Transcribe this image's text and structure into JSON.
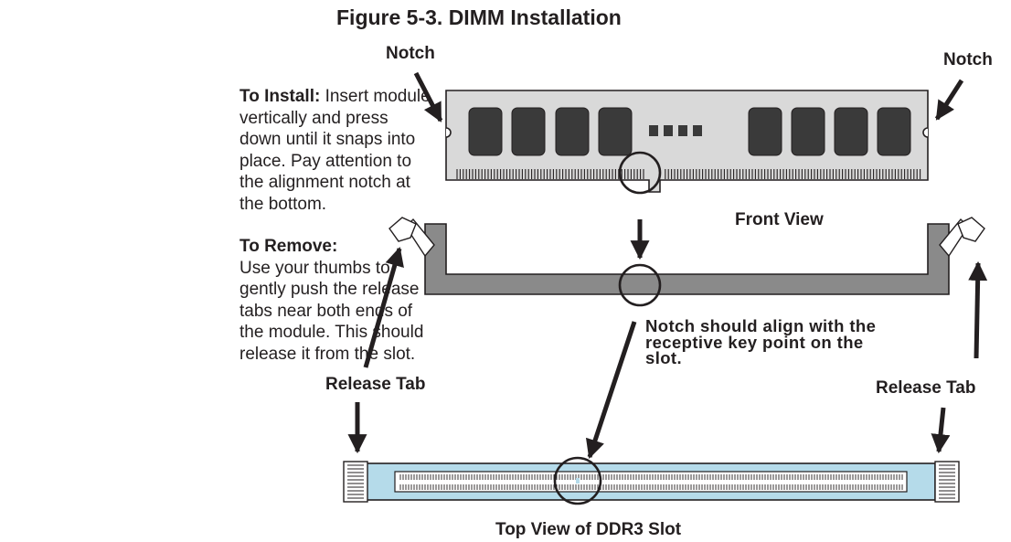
{
  "figure": {
    "title": "Figure 5-3. DIMM Installation"
  },
  "instructions": {
    "install_heading": "To Install:",
    "install_lines": [
      " Insert module",
      "vertically and press",
      "down until it snaps into",
      "place. Pay attention to",
      "the alignment notch at",
      "the bottom."
    ],
    "remove_heading": "To Remove:",
    "remove_lines": [
      "Use your thumbs to",
      "gently push the release",
      "tabs near both ends of",
      "the module.  This should",
      "release it from the slot."
    ]
  },
  "labels": {
    "notch_left": "Notch",
    "notch_right": "Notch",
    "front_view": "Front View",
    "align_note": [
      "Notch should align with the",
      "receptive key point on the",
      "slot."
    ],
    "release_tab_left": "Release Tab",
    "release_tab_right": "Release Tab",
    "top_view": "Top View of DDR3 Slot"
  },
  "colors": {
    "module_fill": "#d9d9d9",
    "chip_fill": "#3a3a3a",
    "slot_fill": "#8a8a8a",
    "slot_top_fill": "#b5dbea",
    "ink": "#231f20"
  }
}
